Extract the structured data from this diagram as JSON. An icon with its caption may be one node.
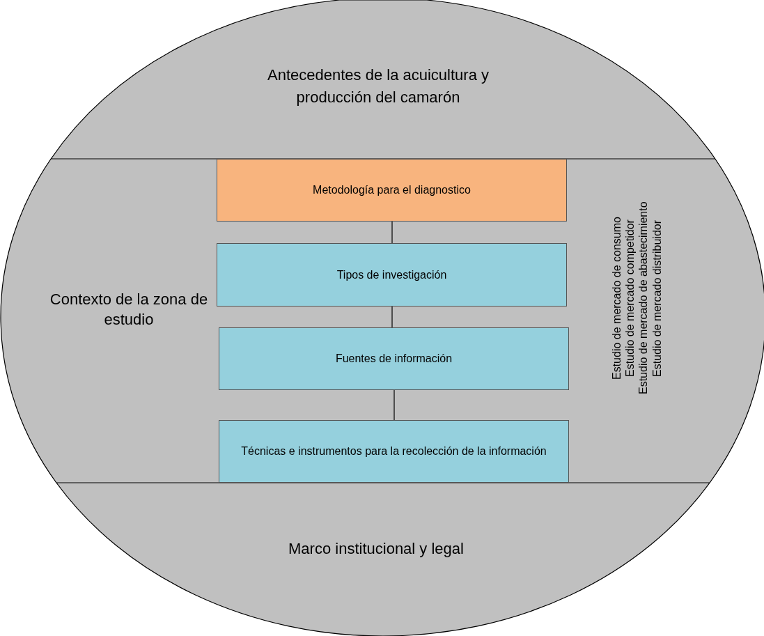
{
  "diagram": {
    "nodes": [
      {
        "text": [
          "Antecedentes de la acuicultura y producción del camarón"
        ]
      },
      {
        "text": [
          "Contexto de la zona de estudio",
          "Estudio de mercado de consumo",
          "Estudio de mercado competidor",
          "Estudio de mercado de abastecimiento",
          "Estudio de mercado distribuidor"
        ]
      },
      {
        "text": [
          "Metodología para el diagnostico"
        ],
        "in": 1
      },
      {
        "text": [
          "Tipos de investigación"
        ],
        "in": 1
      },
      {
        "text": [
          "Fuentes de información"
        ],
        "in": 1
      },
      {
        "text": [
          "Técnicas e instrumentos para la recolección de la información"
        ],
        "in": 1
      },
      {
        "text": [
          "Marco institucional y legal"
        ]
      }
    ],
    "edges": [
      {
        "from": 2,
        "to": 3,
        "arrow": "none"
      },
      {
        "from": 3,
        "to": 4,
        "arrow": "none"
      },
      {
        "from": 4,
        "to": 5,
        "arrow": "none"
      }
    ]
  }
}
